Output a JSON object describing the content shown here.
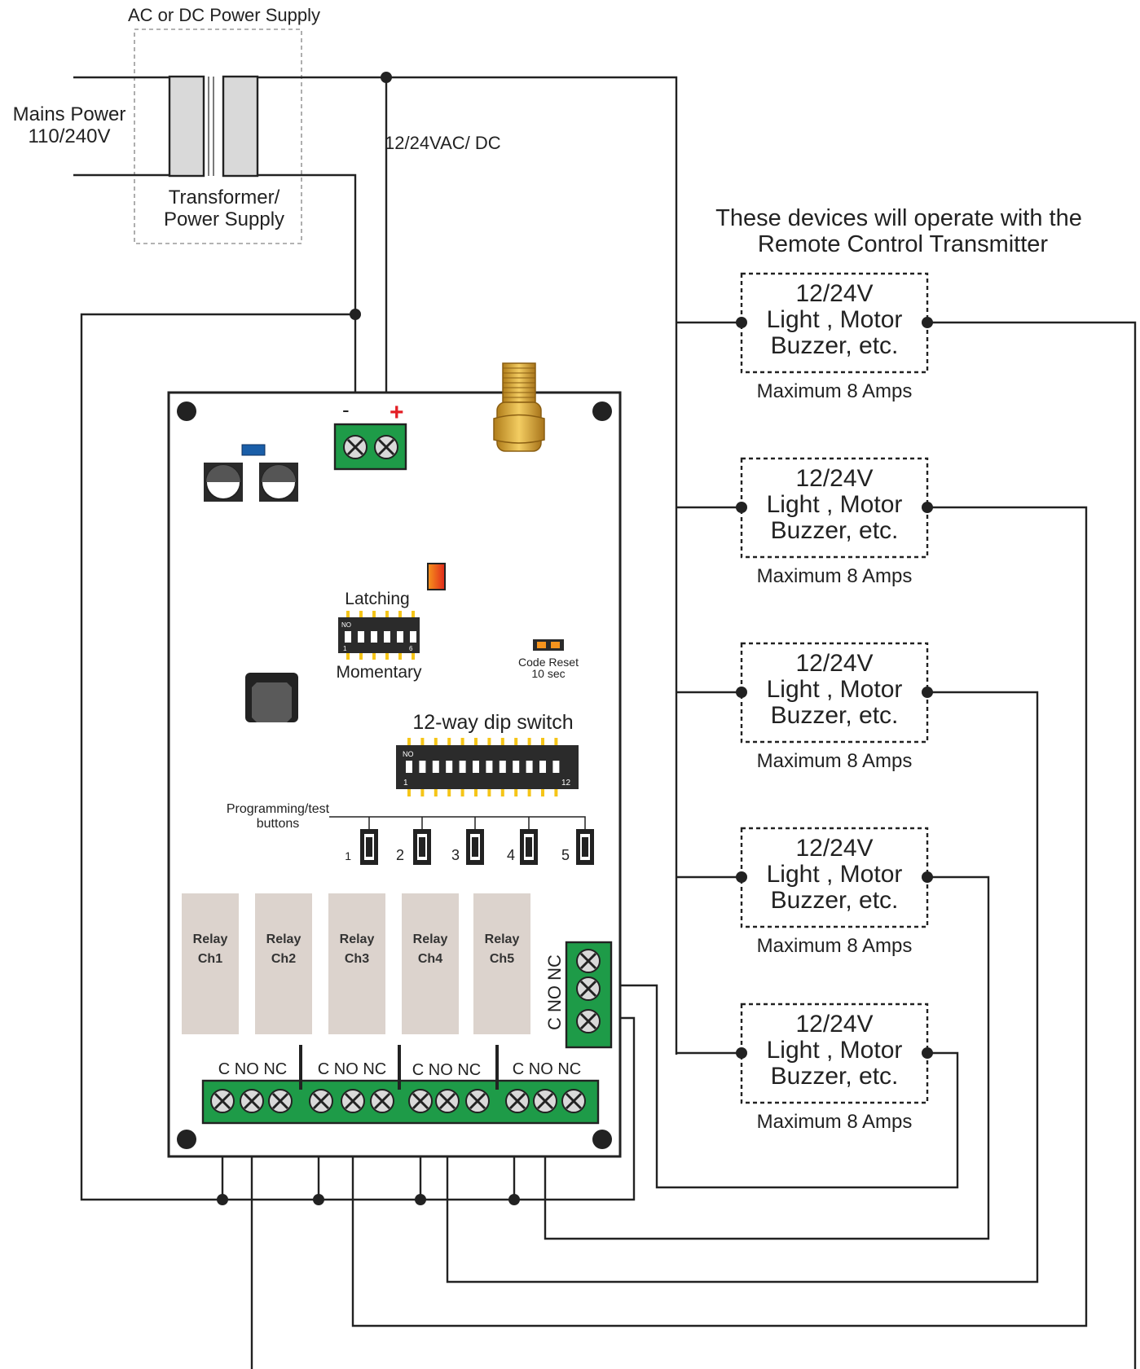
{
  "power_supply": {
    "title": "AC or DC Power Supply",
    "mains_line1": "Mains Power",
    "mains_line2": "110/240V",
    "transformer_line1": "Transformer/",
    "transformer_line2": "Power Supply",
    "supply_voltage": "12/24VAC/ DC"
  },
  "devices_heading": {
    "line1": "These  devices  will operate with  the",
    "line2": "Remote Control Transmitter"
  },
  "devices": [
    {
      "line1": "12/24V",
      "line2": "Light , Motor",
      "line3": "Buzzer, etc.",
      "rating": "Maximum 8 Amps"
    },
    {
      "line1": "12/24V",
      "line2": "Light , Motor",
      "line3": "Buzzer, etc.",
      "rating": "Maximum 8 Amps"
    },
    {
      "line1": "12/24V",
      "line2": "Light , Motor",
      "line3": "Buzzer, etc.",
      "rating": "Maximum 8 Amps"
    },
    {
      "line1": "12/24V",
      "line2": "Light , Motor",
      "line3": "Buzzer, etc.",
      "rating": "Maximum 8 Amps"
    },
    {
      "line1": "12/24V",
      "line2": "Light , Motor",
      "line3": "Buzzer, etc.",
      "rating": "Maximum 8 Amps"
    }
  ],
  "board": {
    "minus": "-",
    "plus": "+",
    "latching": "Latching",
    "momentary": "Momentary",
    "small_dip_on": "NO",
    "small_dip_first": "1",
    "small_dip_last": "6",
    "code_reset_line1": "Code Reset",
    "code_reset_line2": "10 sec",
    "dip12_label": "12-way dip switch",
    "dip12_on": "NO",
    "dip12_first": "1",
    "dip12_last": "12",
    "buttons_label_line1": "Programming/test",
    "buttons_label_line2": "buttons",
    "buttons": [
      "1",
      "2",
      "3",
      "4",
      "5"
    ],
    "relays": [
      {
        "line1": "Relay",
        "line2": "Ch1"
      },
      {
        "line1": "Relay",
        "line2": "Ch2"
      },
      {
        "line1": "Relay",
        "line2": "Ch3"
      },
      {
        "line1": "Relay",
        "line2": "Ch4"
      },
      {
        "line1": "Relay",
        "line2": "Ch5"
      }
    ],
    "terminal_groups": [
      "C NO NC",
      "C NO NC",
      "C NO NC",
      "C NO NC"
    ],
    "side_terminal_label": "C NO NC"
  },
  "colors": {
    "terminal_green": "#1e9b48",
    "relay_fill": "#dcd3cd",
    "plus_red": "#e31e24",
    "antenna_gold": "#d9a634",
    "led_orange": "#f7941d",
    "led_red": "#e0291b",
    "jumper_blue": "#1a5ea8",
    "dip_yellow": "#f5c518"
  }
}
